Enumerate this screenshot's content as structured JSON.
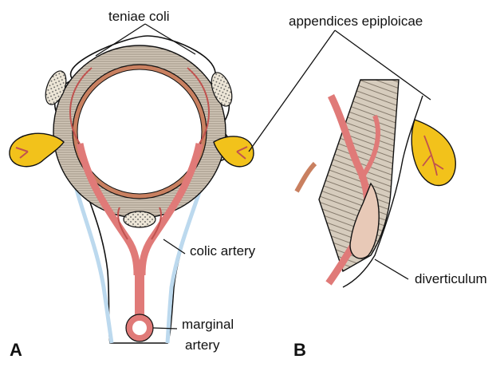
{
  "labels": {
    "teniae_coli": "teniae coli",
    "appendices_epiploicae": "appendices epiploicae",
    "colic_artery": "colic artery",
    "marginal_artery_line1": "marginal",
    "marginal_artery_line2": "artery",
    "diverticulum": "diverticulum"
  },
  "panels": {
    "a": "A",
    "b": "B"
  },
  "colors": {
    "artery": "#e07a78",
    "fat": "#f2c21b",
    "muscle": "#b9ac9c",
    "mucosa": "#c98060",
    "serosa_blue": "#bcd9ee",
    "outline": "#111111"
  }
}
